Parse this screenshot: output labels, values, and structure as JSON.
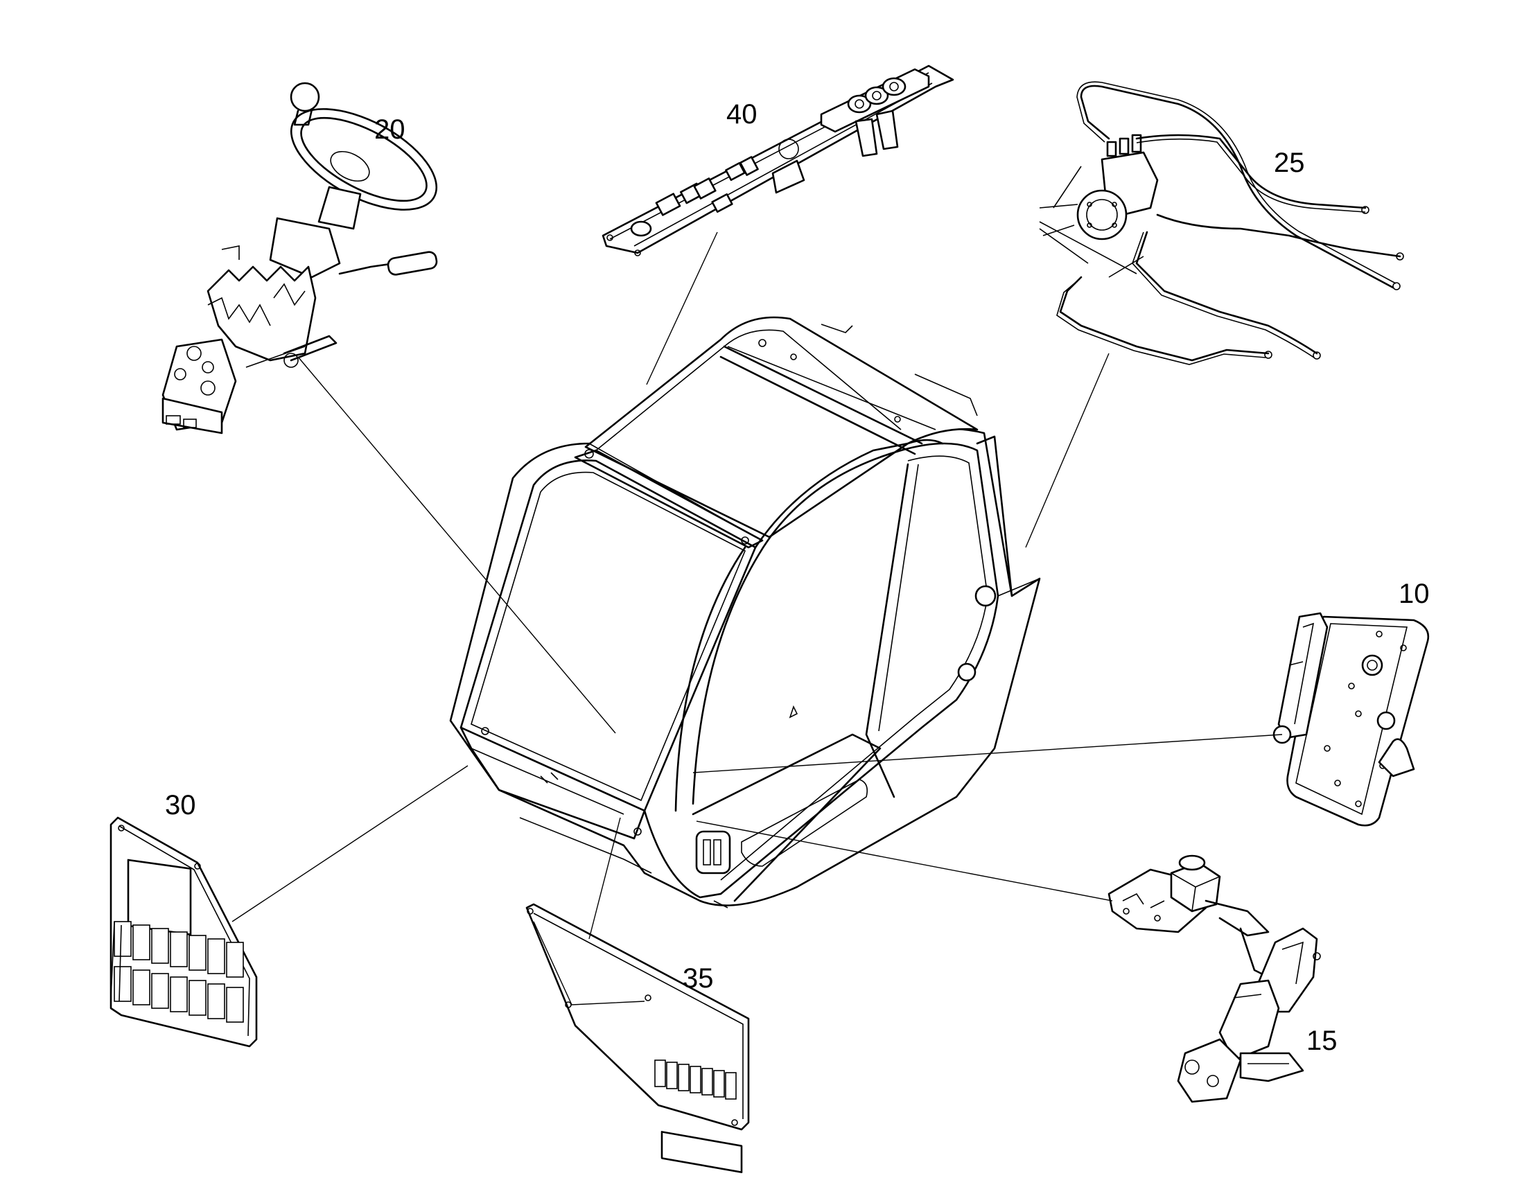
{
  "diagram": {
    "labels": {
      "cab": "",
      "seat_base": "10",
      "pedal_assembly": "15",
      "steering_column": "20",
      "hydraulic_lines": "25",
      "fuse_panel_left": "30",
      "switch_panel_lower": "35",
      "overhead_console": "40"
    },
    "colors": {
      "line": "#000000",
      "background": "#ffffff"
    }
  }
}
